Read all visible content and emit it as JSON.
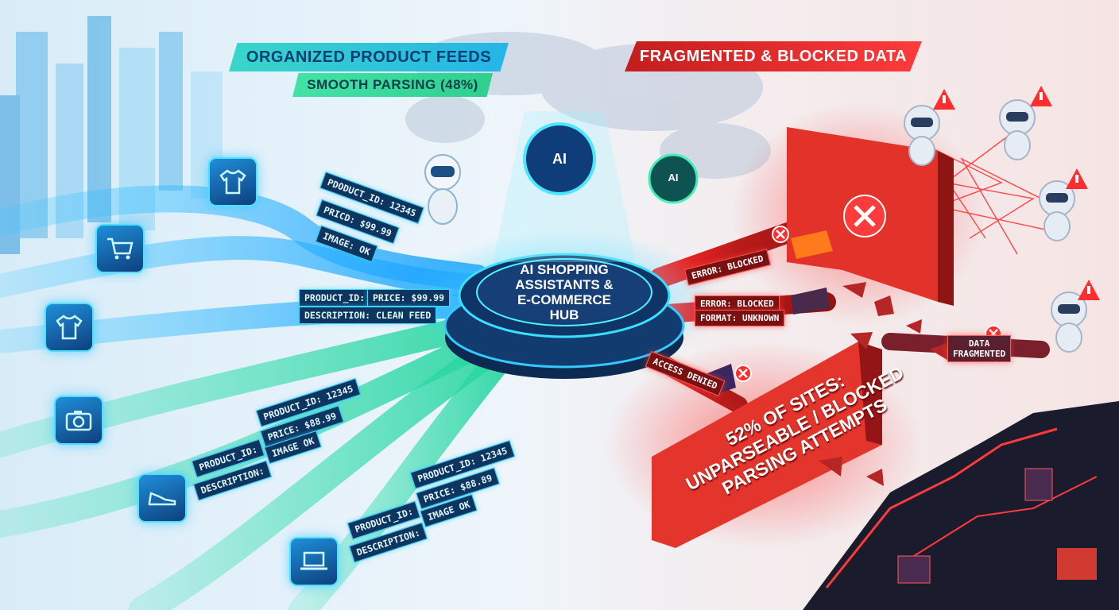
{
  "banners": {
    "organized": "Organized Product Feeds",
    "smooth": "Smooth Parsing (48%)",
    "fragmented": "Fragmented & Blocked Data"
  },
  "hub": {
    "title_line1": "AI Shopping",
    "title_line2": "Assistants &",
    "title_line3": "E-Commerce",
    "title_line4": "Hub",
    "ai_badge_1": "AI",
    "ai_badge_2": "AI"
  },
  "left_tags": {
    "t1a": "PDODUCT_ID: 12345",
    "t1b": "PRICD: $99.99",
    "t1c": "IMAGE: OK",
    "t2a": "PRODUCT_ID:",
    "t2b": "PRICE: $99.99",
    "t2c": "DESCRIPTION: CLEAN FEED",
    "t3a": "PRODUCT_ID: 12345",
    "t3b": "PRODUCT_ID:",
    "t3c": "PRICE: $88.99",
    "t3d": "DESCRIPTION:",
    "t3e": "IMAGE OK",
    "t4a": "PRODUCT_ID: 12345",
    "t4b": "PRODUCT_ID:",
    "t4c": "PRICE: $88.89",
    "t4d": "DESCRIPTION:",
    "t4e": "IMAGE OK"
  },
  "right_tags": {
    "r1": "ERROR: BLOCKED",
    "r2a": "ERROR: BLOCKED",
    "r2b": "FORMAT: UNKNOWN",
    "r3": "ACCESS DENIED",
    "r4a": "DATA",
    "r4b": "FRAGMENTED"
  },
  "warning": {
    "line1": "52% of Sites:",
    "line2": "Unparseable / Blocked",
    "line3": "Parsing Attempts"
  },
  "icons": [
    "tshirt-icon",
    "shopping-cart-icon",
    "tshirt-icon",
    "camera-icon",
    "sneaker-icon",
    "laptop-icon"
  ],
  "colors": {
    "good": "#25b4e8",
    "good_green": "#2fcf8f",
    "bad": "#e02424"
  }
}
